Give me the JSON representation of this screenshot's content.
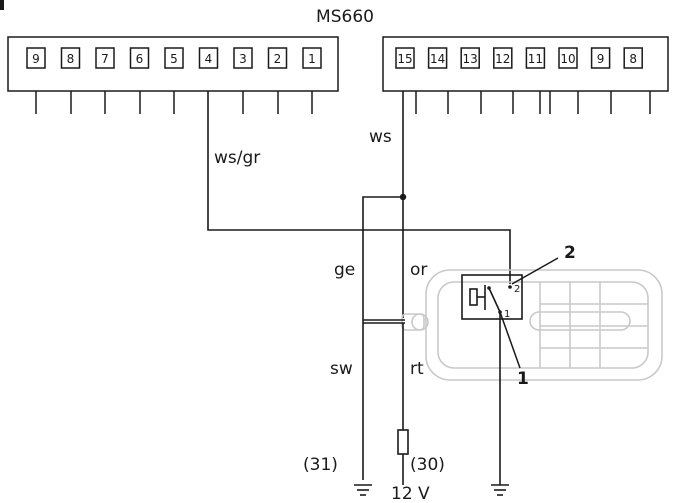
{
  "title": "MS660",
  "left_pins": [
    "9",
    "8",
    "7",
    "6",
    "5",
    "4",
    "3",
    "2",
    "1"
  ],
  "right_pins": [
    "15",
    "14",
    "13",
    "12",
    "11",
    "10",
    "9",
    "8"
  ],
  "wires": {
    "ws_gr": "ws/gr",
    "ws": "ws",
    "ge": "ge",
    "or": "or",
    "sw": "sw",
    "rt": "rt"
  },
  "terminals": {
    "t31": "(31)",
    "t30": "(30)",
    "voltage": "12 V"
  },
  "callouts": {
    "one": "1",
    "two": "2"
  },
  "switch_pins": {
    "p2": "2",
    "p1": "1"
  }
}
